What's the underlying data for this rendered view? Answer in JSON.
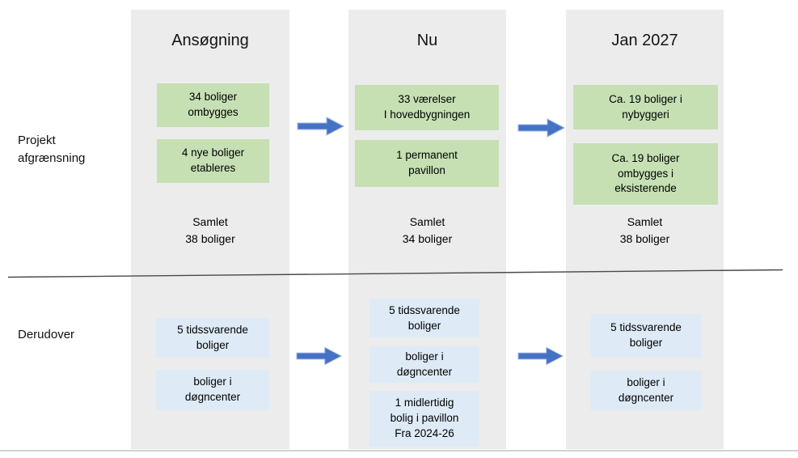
{
  "rows": [
    {
      "label": "Projekt\nafgrænsning"
    },
    {
      "label": "Derudover"
    }
  ],
  "columns": [
    {
      "header": "Ansøgning",
      "top_boxes": [
        "34 boliger\nombygges",
        "4 nye boliger\netableres"
      ],
      "summary": "Samlet\n38 boliger",
      "bottom_boxes": [
        "5 tidssvarende\nboliger",
        "boliger i\ndøgncenter"
      ]
    },
    {
      "header": "Nu",
      "top_boxes": [
        "33 værelser\nI hovedbygningen",
        "1 permanent\npavillon"
      ],
      "summary": "Samlet\n34 boliger",
      "bottom_boxes": [
        "5 tidssvarende\nboliger",
        "boliger i\ndøgncenter",
        "1 midlertidig\nbolig i pavillon\nFra 2024-26"
      ]
    },
    {
      "header": "Jan 2027",
      "top_boxes": [
        "Ca. 19 boliger i\nnybyggeri",
        "Ca. 19 boliger\nombygges i\neksisterende"
      ],
      "summary": "Samlet\n38 boliger",
      "bottom_boxes": [
        "5 tidssvarende\nboliger",
        "boliger i\ndøgncenter"
      ]
    }
  ],
  "icons": {
    "arrow": "right-block-arrow"
  },
  "palette": {
    "column_bg": "#ECECEC",
    "green_box": "#C6E0B4",
    "blue_box": "#DEEBF6",
    "arrow_fill": "#4472C4",
    "arrow_border": "#9FB6E2",
    "separator_line": "#4A4A4A",
    "bottom_rule": "#D2D2D2",
    "text": "#000000"
  }
}
